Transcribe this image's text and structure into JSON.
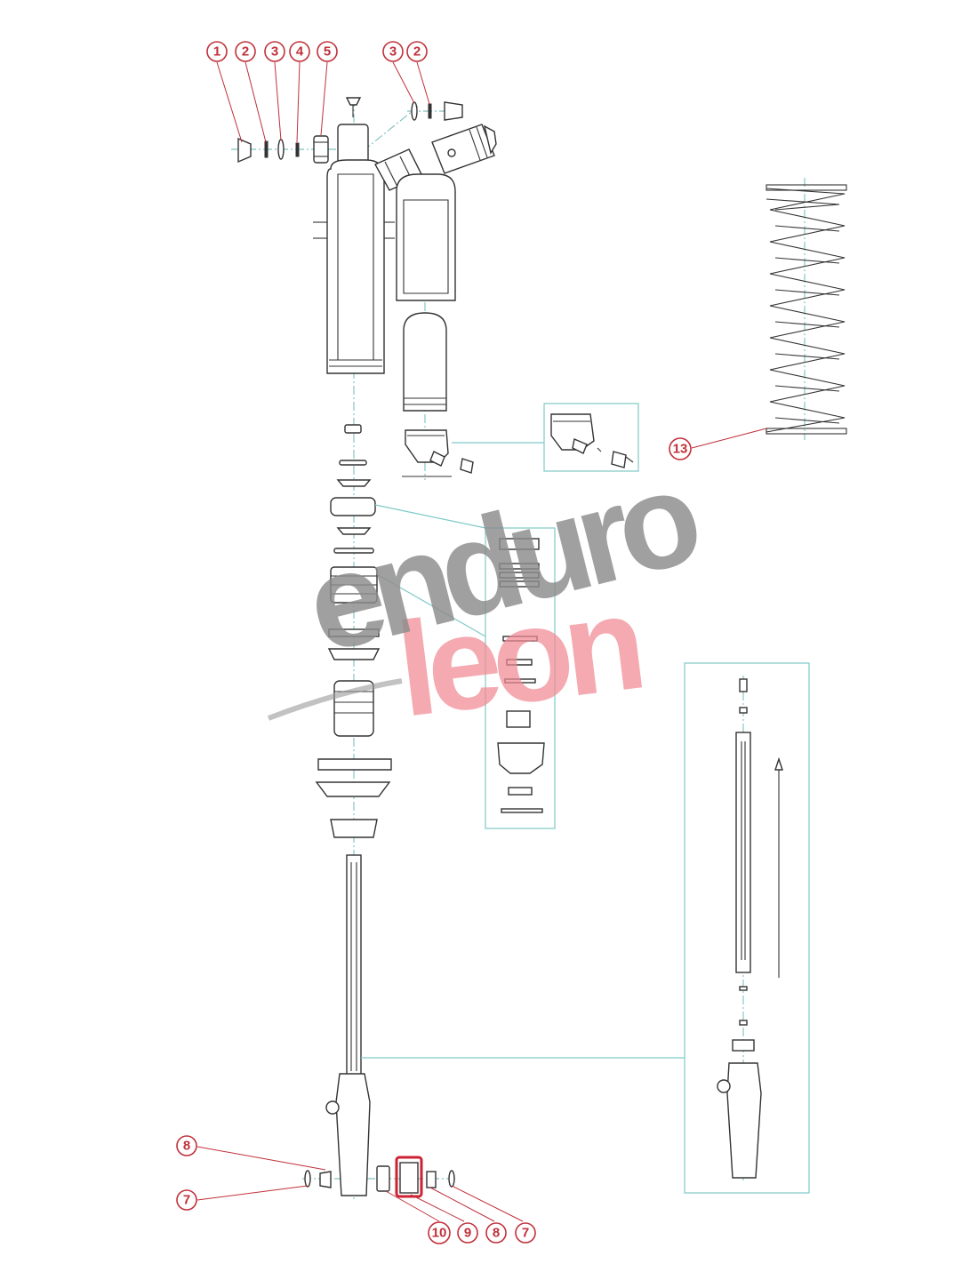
{
  "watermark": {
    "line1": "enduro",
    "line2": "leon",
    "gray": "#8c8c8c",
    "pink": "#f08a93"
  },
  "colors": {
    "callout": "#c0303a",
    "highlight": "#cc2233",
    "guide": "#7fc9c9",
    "linework": "#333333"
  },
  "callouts": [
    {
      "id": "c1a",
      "label": "1"
    },
    {
      "id": "c2a",
      "label": "2"
    },
    {
      "id": "c3a",
      "label": "3"
    },
    {
      "id": "c4a",
      "label": "4"
    },
    {
      "id": "c5a",
      "label": "5"
    },
    {
      "id": "c3b",
      "label": "3"
    },
    {
      "id": "c2b",
      "label": "2"
    },
    {
      "id": "c13",
      "label": "13"
    },
    {
      "id": "c8a",
      "label": "8"
    },
    {
      "id": "c7a",
      "label": "7"
    },
    {
      "id": "c10",
      "label": "10"
    },
    {
      "id": "c9",
      "label": "9"
    },
    {
      "id": "c8b",
      "label": "8"
    },
    {
      "id": "c7b",
      "label": "7"
    }
  ]
}
